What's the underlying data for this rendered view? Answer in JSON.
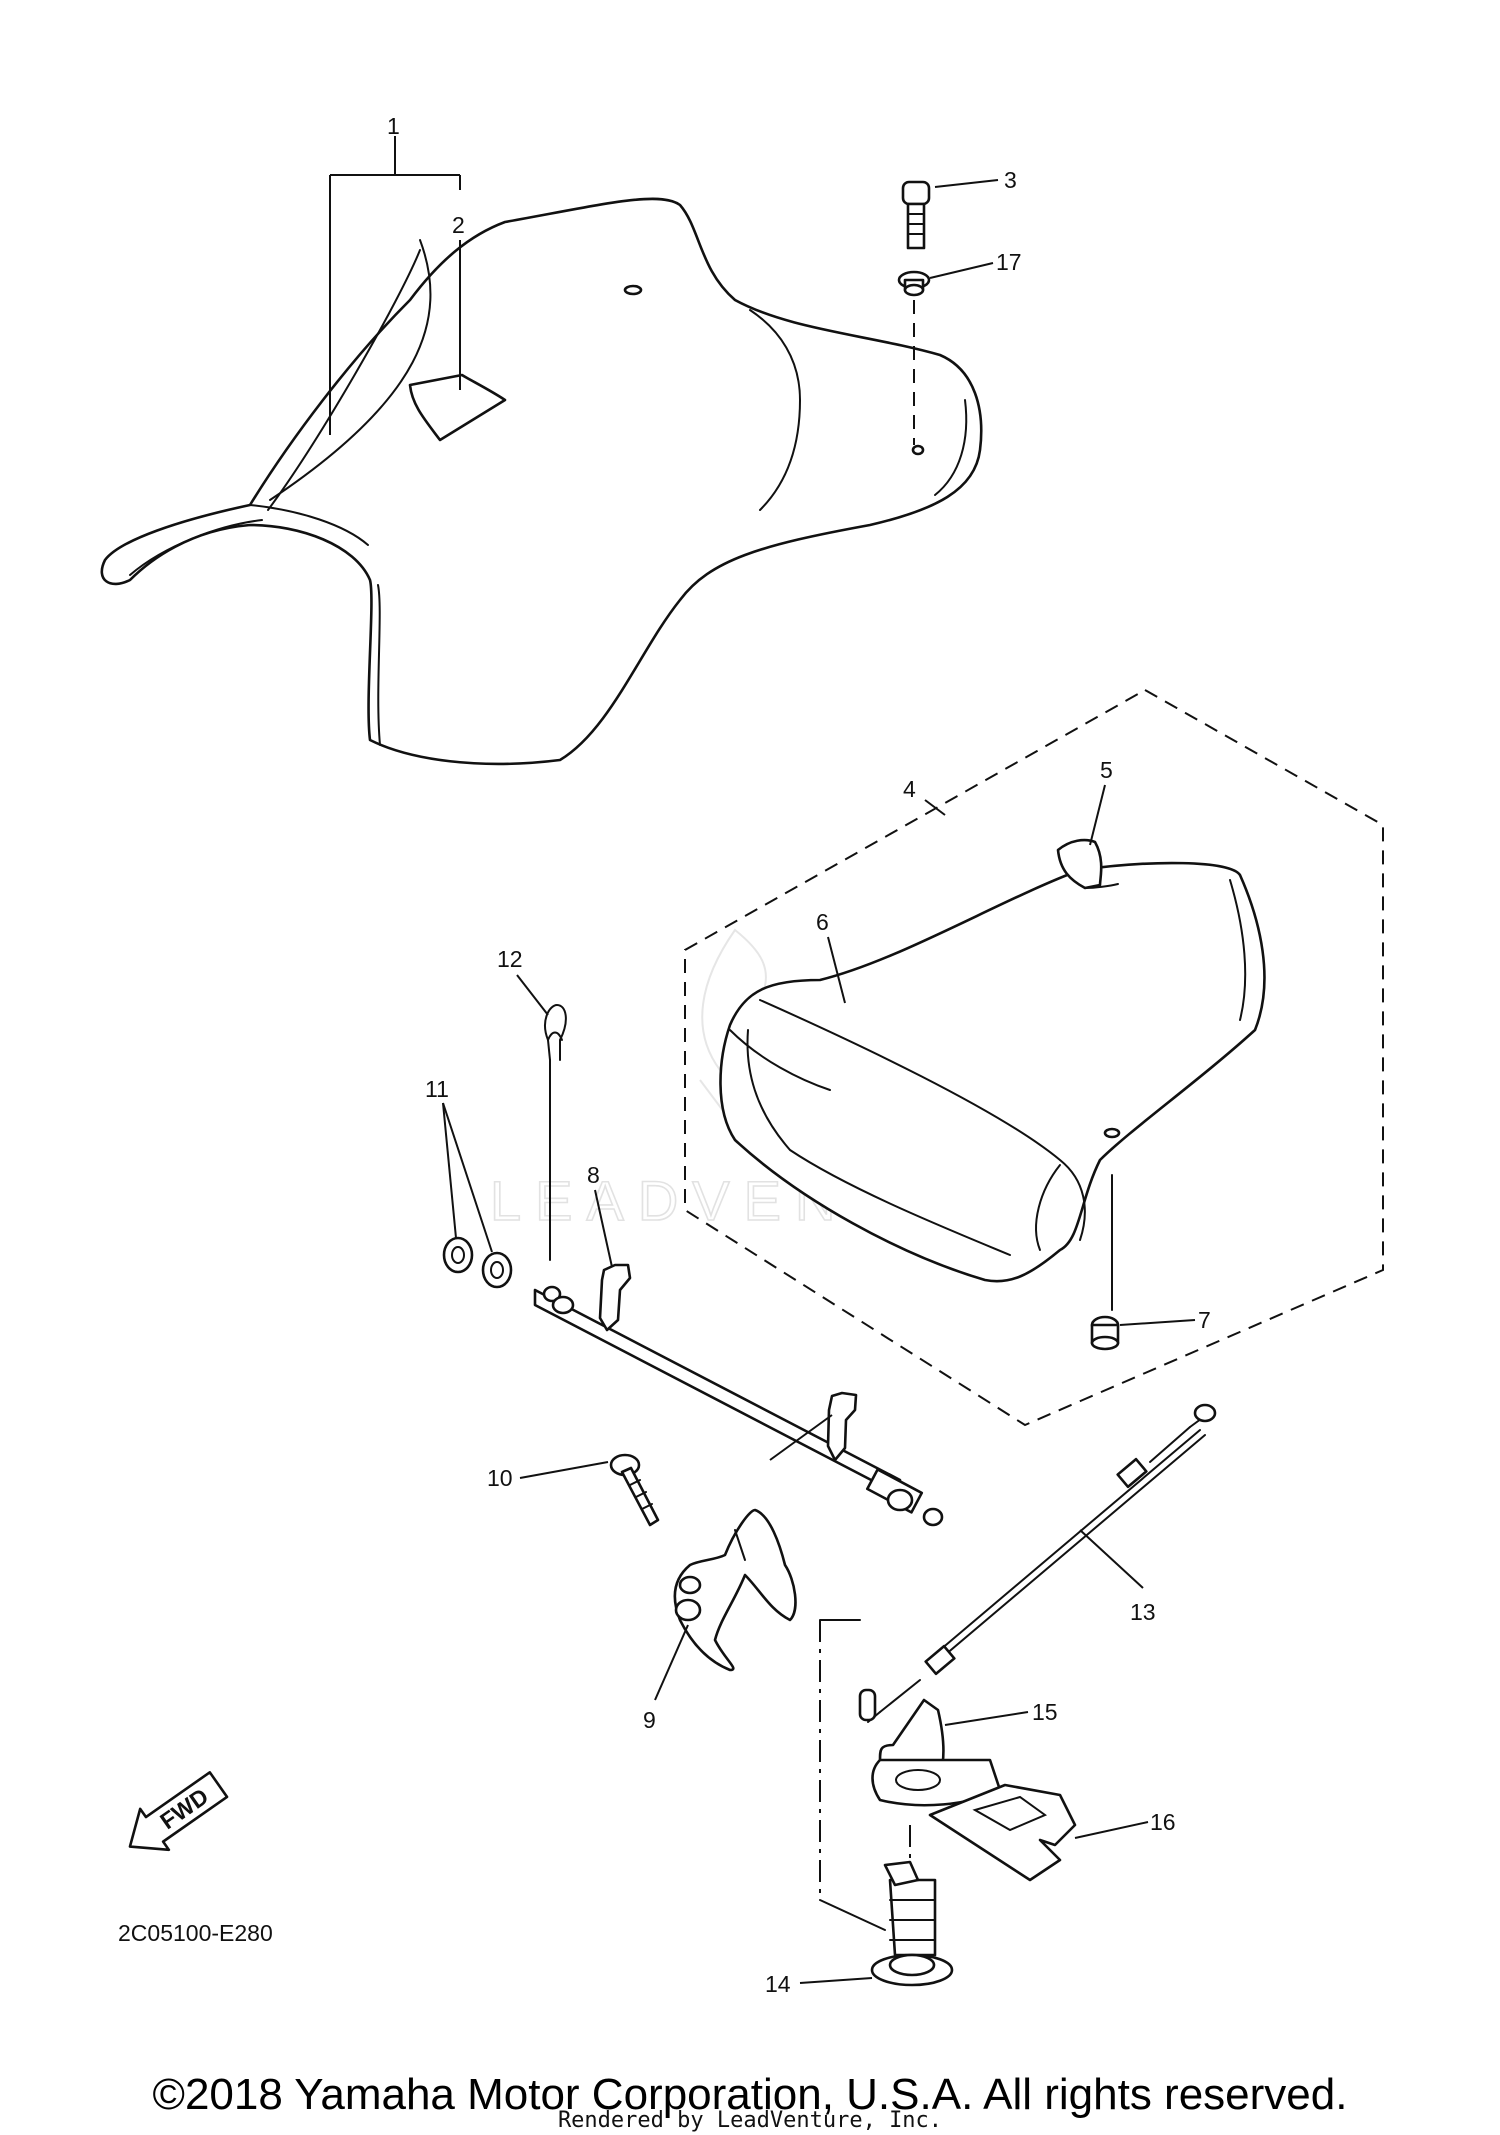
{
  "callouts": [
    "1",
    "2",
    "3",
    "17",
    "4",
    "5",
    "6",
    "7",
    "12",
    "11",
    "8",
    "10",
    "13",
    "9",
    "15",
    "16",
    "14"
  ],
  "watermark": "LEADVENTURE",
  "fwd_label": "FWD",
  "diagram_code": "2C05100-E280",
  "copyright": "©2018 Yamaha Motor Corporation, U.S.A. All rights reserved.",
  "rendered_by": "Rendered by LeadVenture, Inc."
}
